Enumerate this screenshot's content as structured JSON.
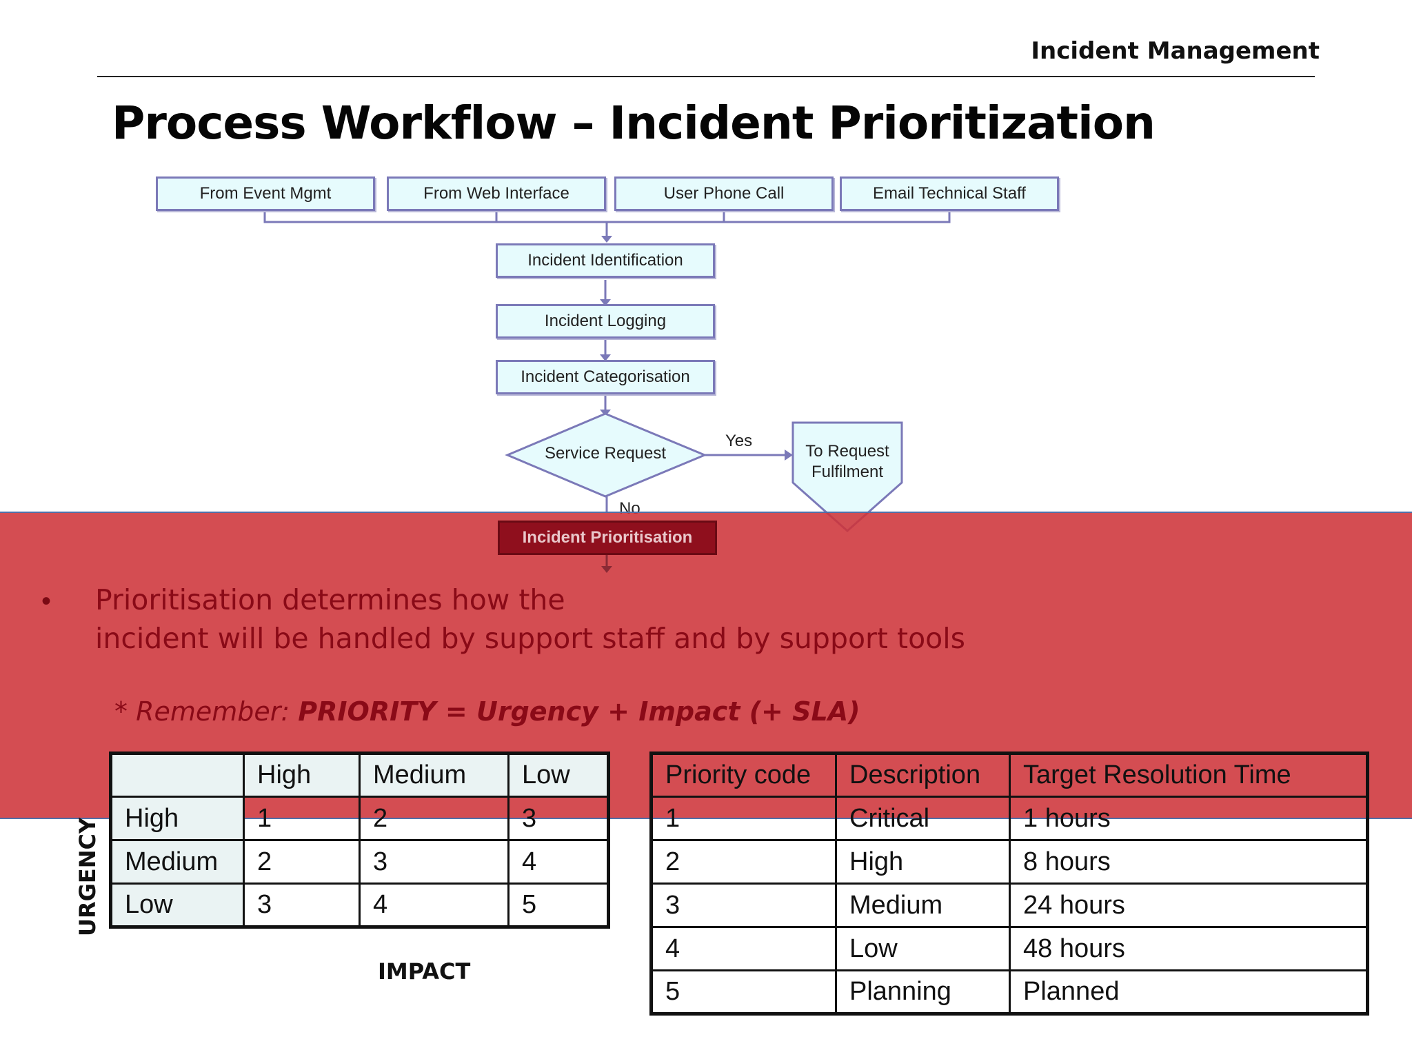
{
  "header": {
    "section": "Incident Management"
  },
  "title": "Process Workflow – Incident Prioritization",
  "flowchart": {
    "sources": [
      "From Event Mgmt",
      "From Web Interface",
      "User Phone Call",
      "Email Technical Staff"
    ],
    "steps": [
      "Incident Identification",
      "Incident Logging",
      "Incident Categorisation"
    ],
    "decision": "Service Request",
    "yes_label": "Yes",
    "no_label": "No",
    "yes_target": [
      "To Request",
      "Fulfilment"
    ],
    "highlight_step": "Incident Prioritisation"
  },
  "bullet": {
    "line1": "Prioritisation determines how the",
    "line2": "incident will be handled by support staff  and by support tools"
  },
  "remember": {
    "prefix": "* Remember: ",
    "formula": "PRIORITY = Urgency + Impact (+ SLA)"
  },
  "matrix": {
    "columns": [
      "",
      "High",
      "Medium",
      "Low"
    ],
    "rows": [
      [
        "High",
        "1",
        "2",
        "3"
      ],
      [
        "Medium",
        "2",
        "3",
        "4"
      ],
      [
        "Low",
        "3",
        "4",
        "5"
      ]
    ],
    "row_axis_label": "URGENCY",
    "col_axis_label": "IMPACT"
  },
  "priority_table": {
    "columns": [
      "Priority code",
      "Description",
      "Target Resolution Time"
    ],
    "rows": [
      [
        "1",
        "Critical",
        "1 hours"
      ],
      [
        "2",
        "High",
        "8 hours"
      ],
      [
        "3",
        "Medium",
        "24 hours"
      ],
      [
        "4",
        "Low",
        "48 hours"
      ],
      [
        "5",
        "Planning",
        "Planned"
      ]
    ]
  },
  "colors": {
    "overlay": "#ce3338",
    "overlay_text": "#8a0a17",
    "box_fill": "#e6fbfd",
    "box_border": "#7b79b8"
  }
}
